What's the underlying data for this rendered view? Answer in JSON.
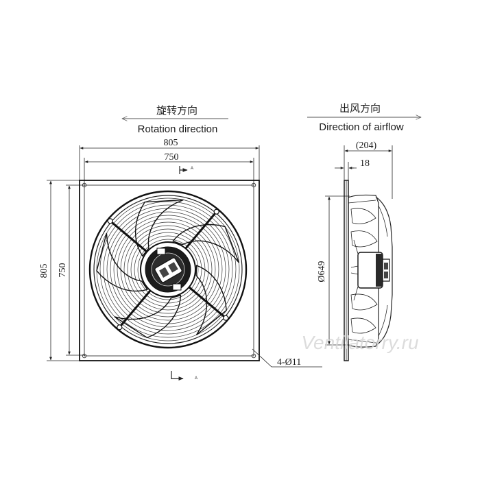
{
  "front_view": {
    "rotation_cn": "旋转方向",
    "rotation_en": "Rotation direction",
    "dim_outer_width": "805",
    "dim_inner_width": "750",
    "dim_outer_height": "805",
    "dim_inner_height": "750",
    "hole_spec": "4-Ø11",
    "section_mark_top": "A",
    "section_mark_bottom": "A"
  },
  "side_view": {
    "airflow_cn": "出风方向",
    "airflow_en": "Direction of airflow",
    "dim_depth": "(204)",
    "dim_plate": "18",
    "dim_diameter": "Ø649"
  },
  "watermark": "Ventilatorry.ru"
}
